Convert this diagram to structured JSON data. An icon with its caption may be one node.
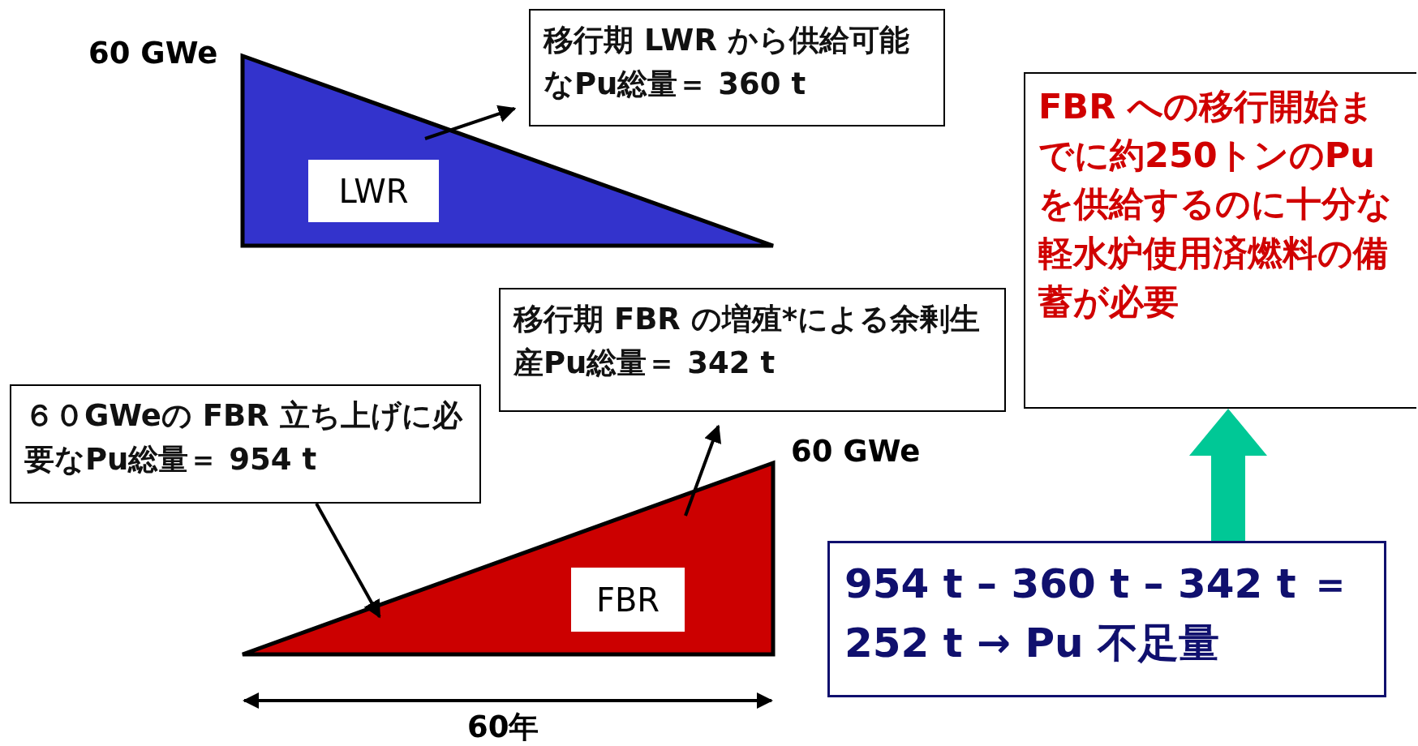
{
  "diagram": {
    "nodes": [
      {
        "text": [
          "LWR"
        ]
      },
      {
        "text": [
          "移行期 LWR から供給可能なPu総量＝ 360 t"
        ]
      },
      {
        "text": [
          "FBR"
        ]
      },
      {
        "text": [
          "移行期 FBR の増殖*による余剰生産Pu総量＝ 342 t"
        ]
      },
      {
        "text": [
          "６０GWeの FBR 立ち上げに必要なPu総量＝ 954 t"
        ]
      },
      {
        "text": [
          "FBR への移行開始までに約250トンのPuを供給するのに十分な軽水炉使用済燃料の備蓄が必要"
        ]
      },
      {
        "text": [
          "954 t – 360 t – 342 t ＝252 t → Pu 不足量"
        ]
      }
    ],
    "edges": [
      {
        "from": 0,
        "to": 1,
        "arrow": "to"
      },
      {
        "from": 2,
        "to": 3,
        "arrow": "to"
      },
      {
        "from": 4,
        "to": 2,
        "arrow": "to"
      },
      {
        "from": 6,
        "to": 5,
        "arrow": "to",
        "style": "thick",
        "color": "#00c896"
      }
    ],
    "labels": [
      "60 GWe",
      "60 GWe",
      "60年"
    ]
  }
}
